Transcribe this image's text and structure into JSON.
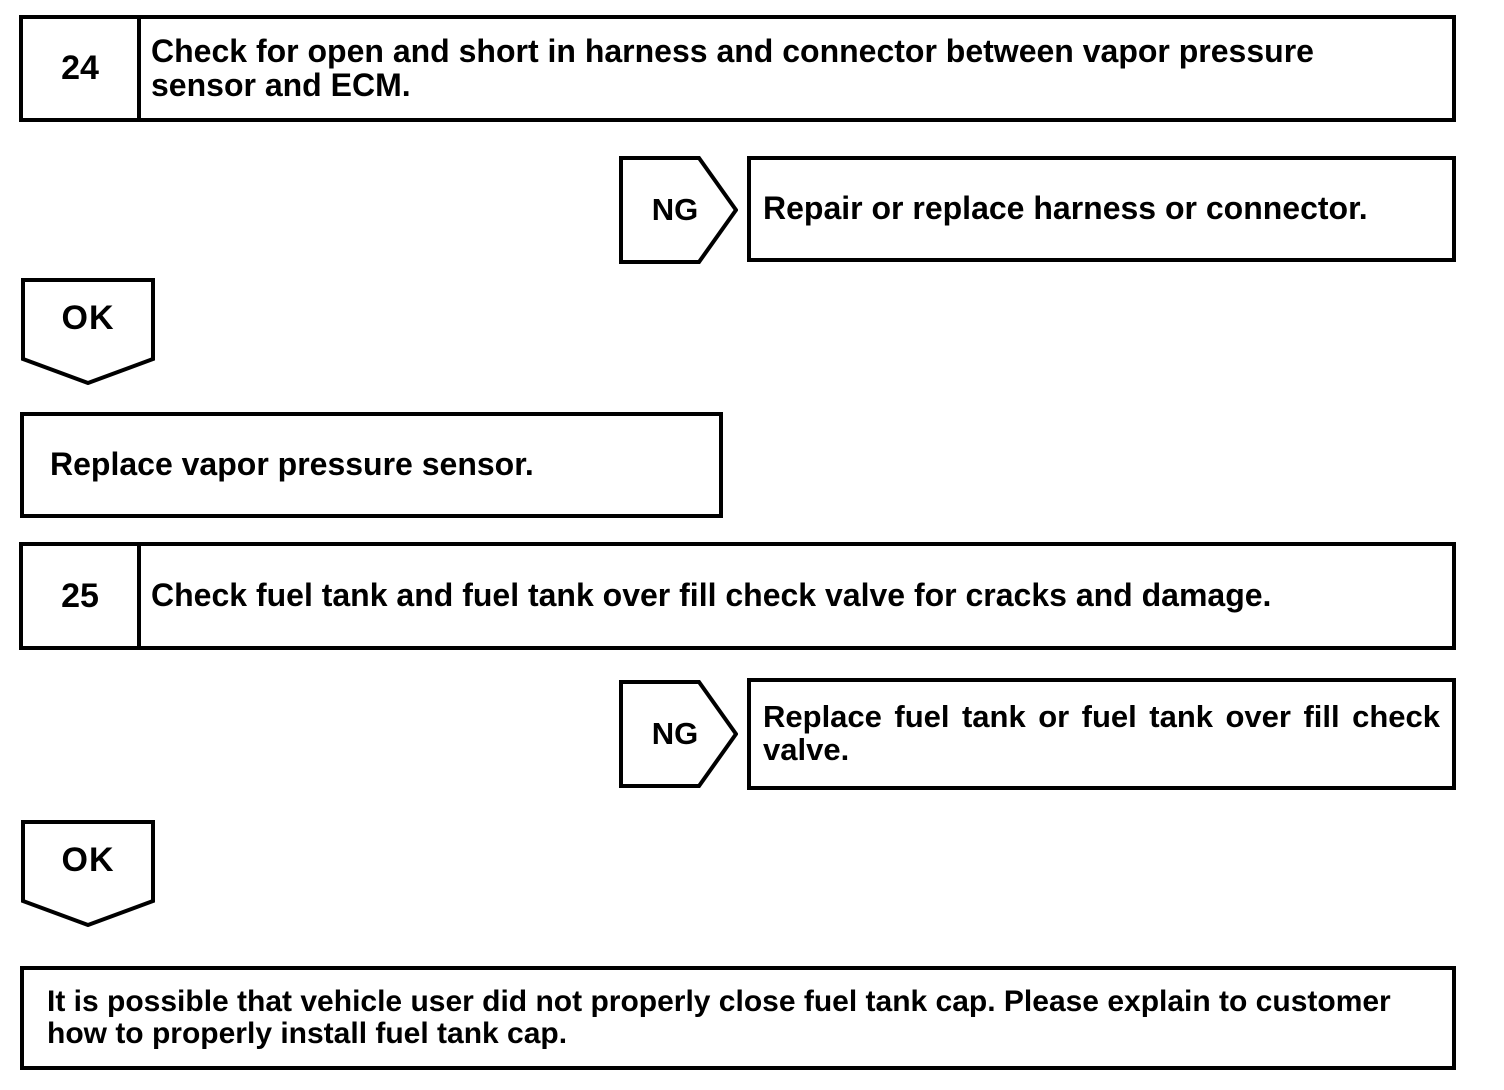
{
  "page": {
    "background_color": "#ffffff",
    "line_color": "#000000",
    "text_color": "#000000"
  },
  "flowchart": {
    "steps": [
      {
        "number": "24",
        "instruction": "Check for open and short in harness and connector between vapor pressure sensor and ECM.",
        "ng": {
          "label": "NG",
          "action": "Repair or replace harness or connector."
        },
        "ok": {
          "label": "OK",
          "action": "Replace vapor pressure sensor."
        }
      },
      {
        "number": "25",
        "instruction": "Check fuel tank and fuel tank over fill check valve for cracks and damage.",
        "ng": {
          "label": "NG",
          "action": "Replace fuel tank or fuel tank over fill check valve."
        },
        "ok": {
          "label": "OK",
          "action": "It is possible that vehicle user did not properly close fuel tank cap. Please explain to customer how to properly install fuel tank cap."
        }
      }
    ]
  }
}
